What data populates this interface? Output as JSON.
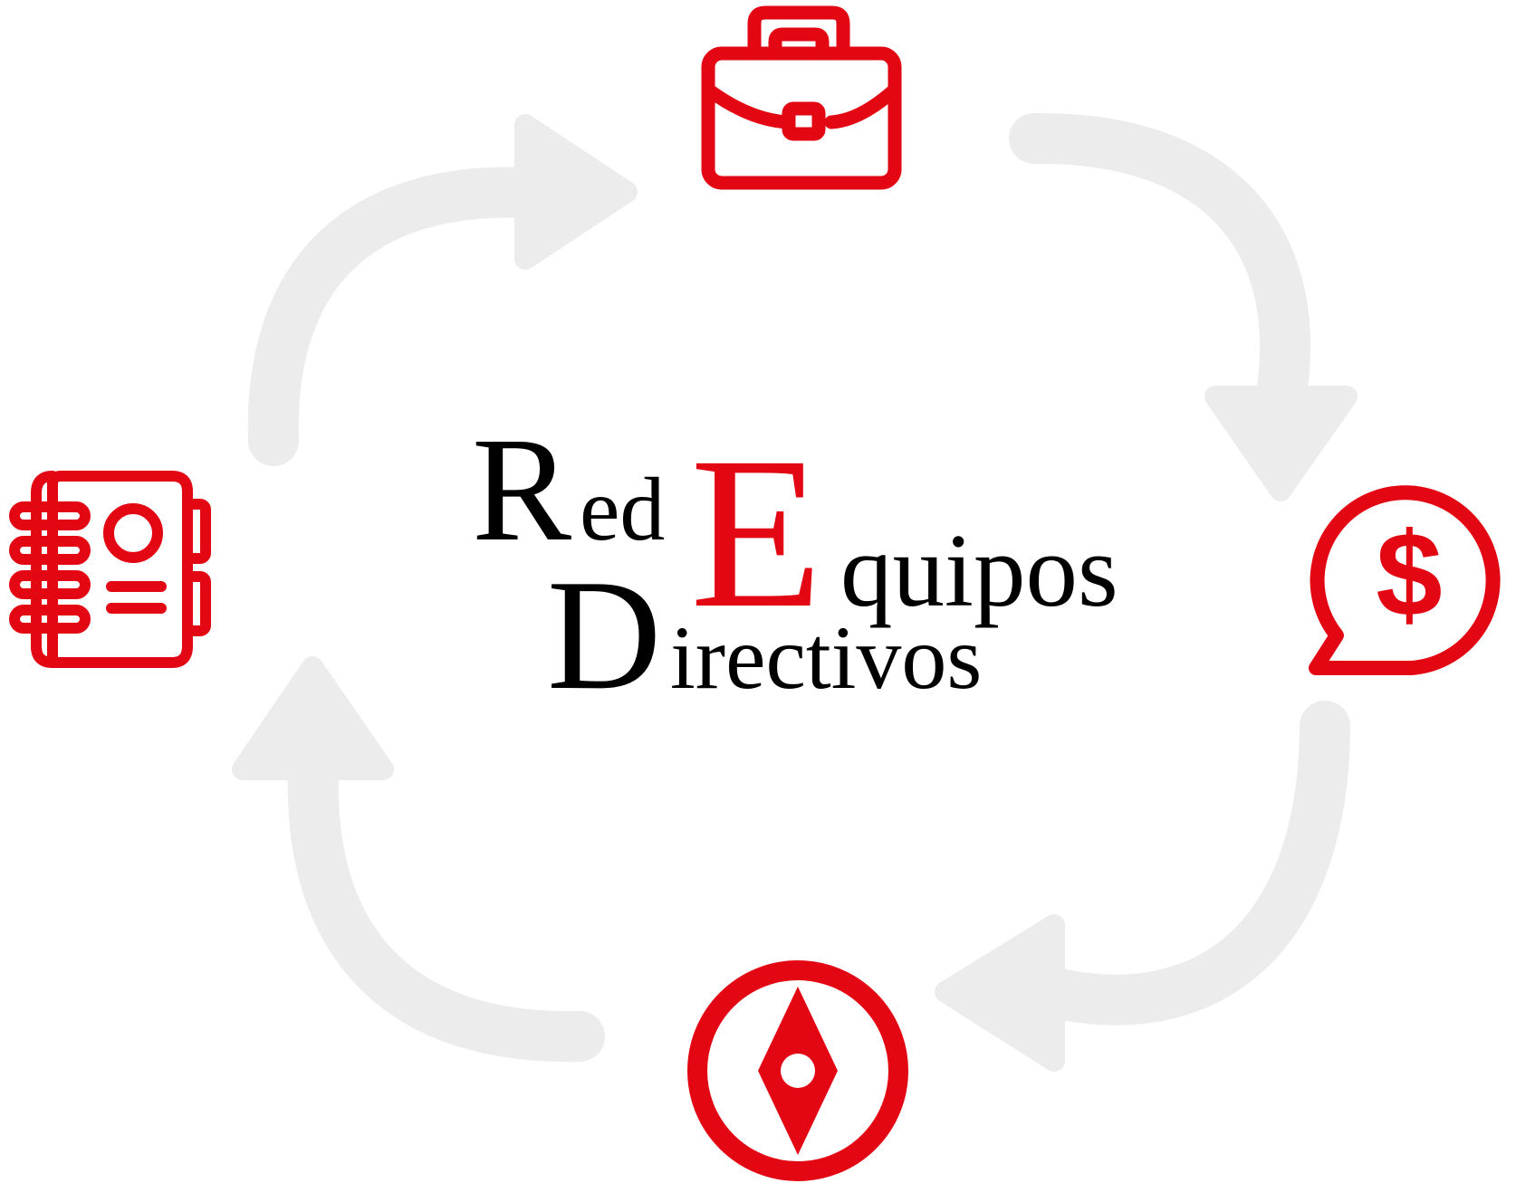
{
  "logo": {
    "word_red": "Red",
    "word_e": "E",
    "word_quipos": "quipos",
    "word_d": "D",
    "word_irectivos": "irectivos"
  },
  "cycle": {
    "nodes": [
      {
        "id": "top",
        "icon": "briefcase-icon"
      },
      {
        "id": "right",
        "icon": "dollar-chat-icon"
      },
      {
        "id": "bottom",
        "icon": "compass-icon"
      },
      {
        "id": "left",
        "icon": "contact-book-icon"
      }
    ],
    "arrow_direction": "clockwise"
  },
  "colors": {
    "accent_red": "#e30613",
    "arrow_gray": "#ececec",
    "text_black": "#000000",
    "background": "#ffffff"
  }
}
